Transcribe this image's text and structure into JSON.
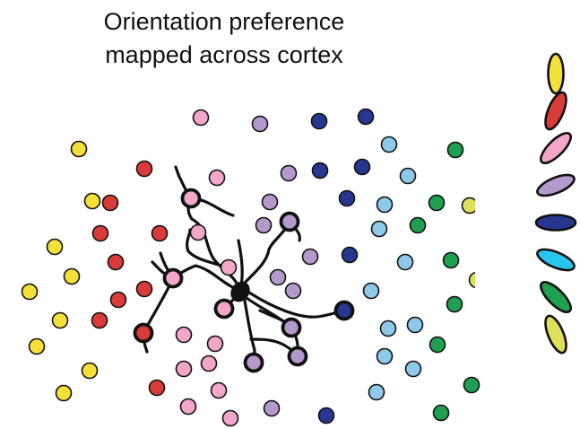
{
  "title": {
    "line1": "Orientation preference",
    "line2": "mapped across cortex"
  },
  "colors": {
    "yellow": "#f5e03a",
    "red": "#d93a3a",
    "pink": "#f2a6c8",
    "lavender": "#b399cc",
    "navy": "#27368f",
    "light_blue": "#8fc9ea",
    "green": "#1fa050",
    "olive_yellow": "#dfe05a",
    "cyan": "#28c6ee",
    "neuron": "#111111"
  },
  "legend": [
    {
      "orientation_deg": 0,
      "color": "yellow"
    },
    {
      "orientation_deg": 22.5,
      "color": "red"
    },
    {
      "orientation_deg": 45,
      "color": "pink"
    },
    {
      "orientation_deg": 67.5,
      "color": "lavender"
    },
    {
      "orientation_deg": 90,
      "color": "navy"
    },
    {
      "orientation_deg": 112.5,
      "color": "cyan"
    },
    {
      "orientation_deg": 135,
      "color": "green"
    },
    {
      "orientation_deg": 157.5,
      "color": "olive_yellow"
    }
  ]
}
